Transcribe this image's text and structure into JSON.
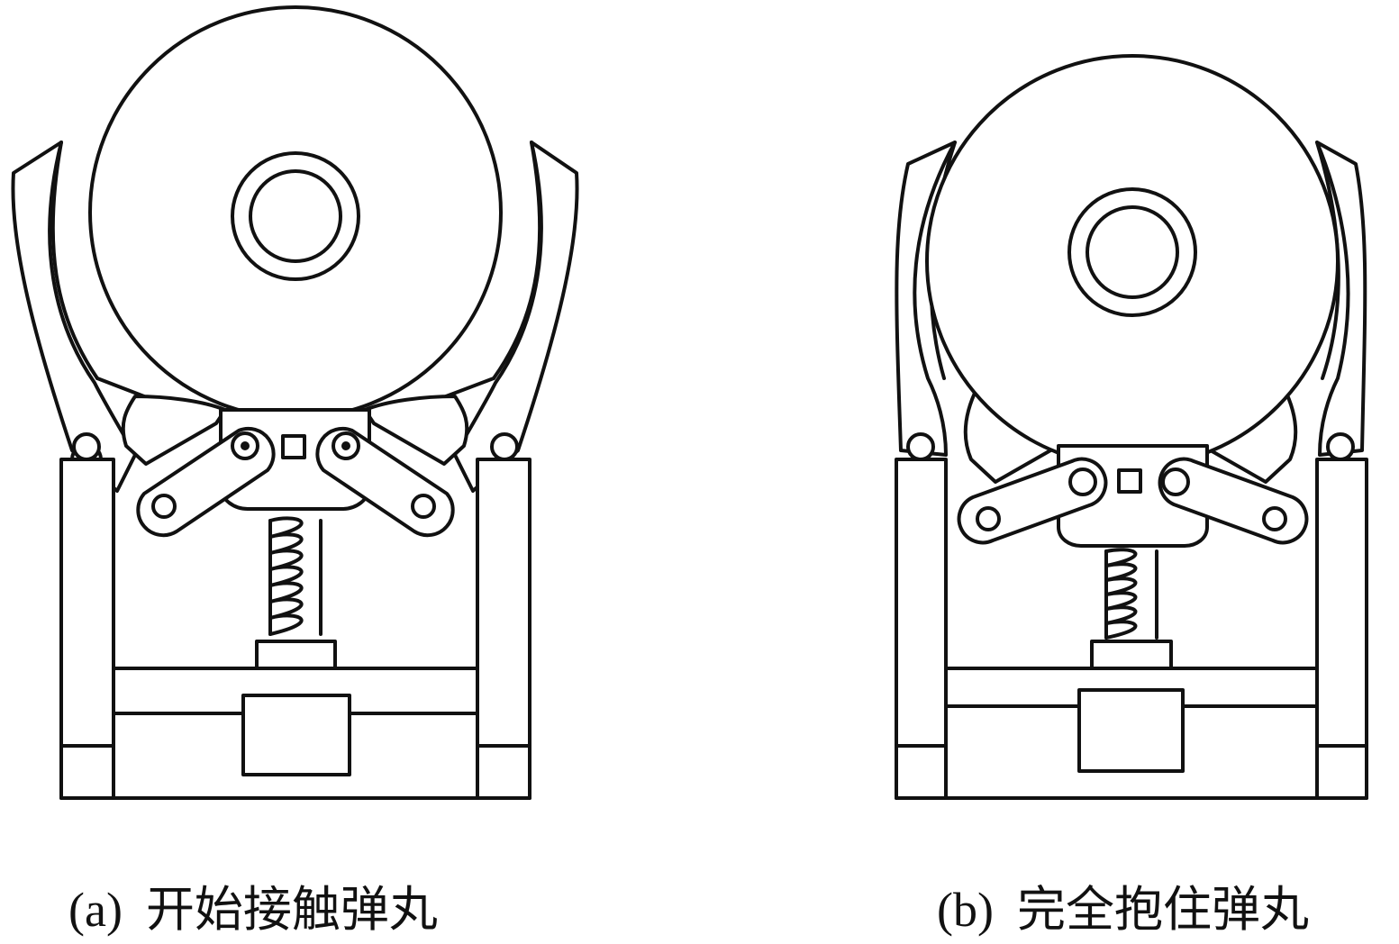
{
  "panels": [
    {
      "id": "a",
      "label": "(a)",
      "caption": "开始接触弹丸"
    },
    {
      "id": "b",
      "label": "(b)",
      "caption": "完全抱住弹丸"
    }
  ],
  "colors": {
    "line": "#111111",
    "background": "#ffffff"
  }
}
